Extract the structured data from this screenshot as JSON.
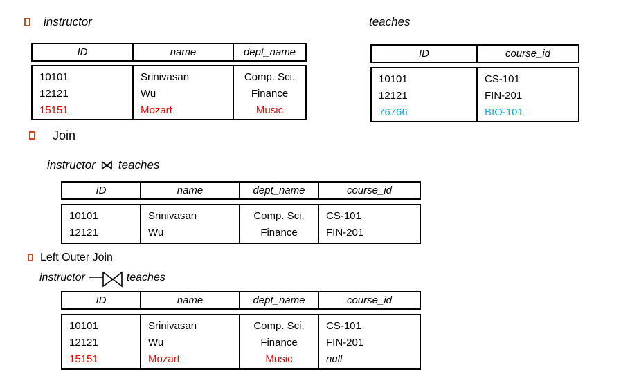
{
  "palette": {
    "accent": "#CB4A22",
    "red": "#FF0000",
    "blue": "#00B0F0"
  },
  "sections": {
    "instructor": {
      "title": "instructor"
    },
    "teaches": {
      "title": "teaches"
    },
    "join": {
      "title": "Join",
      "expression": {
        "left": "instructor",
        "operator": "⋈",
        "right": "teaches"
      }
    },
    "left_outer_join": {
      "title": "Left Outer Join",
      "expression": {
        "left": "instructor",
        "operator_icon": "left-outer-join-symbol",
        "right": "teaches"
      }
    }
  },
  "tables": {
    "instructor": {
      "headers": [
        "ID",
        "name",
        "dept_name"
      ],
      "columns": {
        "id": [
          "10101",
          "12121",
          "15151"
        ],
        "name": [
          "Srinivasan",
          "Wu",
          "Mozart"
        ],
        "dept_name": [
          "Comp. Sci.",
          "Finance",
          "Music"
        ]
      }
    },
    "teaches": {
      "headers": [
        "ID",
        "course_id"
      ],
      "columns": {
        "id": [
          "10101",
          "12121",
          "76766"
        ],
        "course_id": [
          "CS-101",
          "FIN-201",
          "BIO-101"
        ]
      }
    },
    "join": {
      "headers": [
        "ID",
        "name",
        "dept_name",
        "course_id"
      ],
      "columns": {
        "id": [
          "10101",
          "12121"
        ],
        "name": [
          "Srinivasan",
          "Wu"
        ],
        "dept_name": [
          "Comp. Sci.",
          "Finance"
        ],
        "course_id": [
          "CS-101",
          "FIN-201"
        ]
      }
    },
    "left_outer_join": {
      "headers": [
        "ID",
        "name",
        "dept_name",
        "course_id"
      ],
      "columns": {
        "id": [
          "10101",
          "12121",
          "15151"
        ],
        "name": [
          "Srinivasan",
          "Wu",
          "Mozart"
        ],
        "dept_name": [
          "Comp. Sci.",
          "Finance",
          "Music"
        ],
        "course_id": [
          "CS-101",
          "FIN-201",
          "null"
        ]
      }
    }
  }
}
